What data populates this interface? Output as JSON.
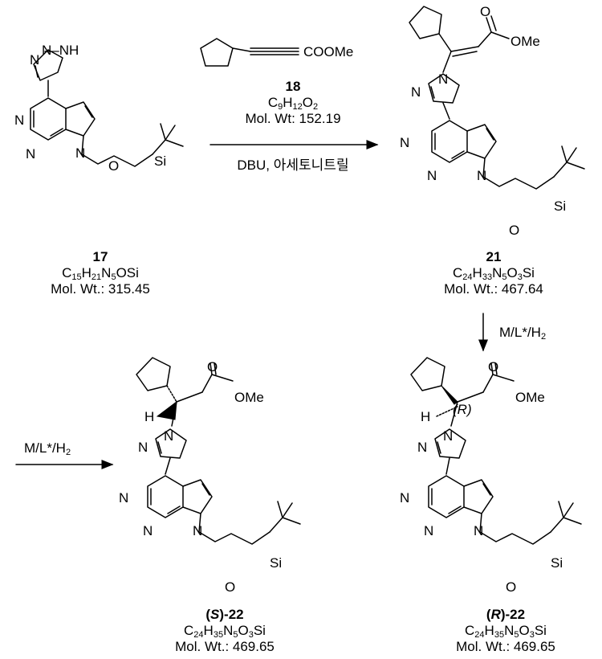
{
  "compounds": {
    "c17": {
      "number": "17",
      "formula": "C15H21N5OSi",
      "formula_parts": {
        "a": "C",
        "b": "15",
        "c": "H",
        "d": "21",
        "e": "N",
        "f": "5",
        "g": "OSi"
      },
      "mw": "Mol. Wt.: 315.45"
    },
    "c18": {
      "number": "18",
      "formula_parts": {
        "a": "C",
        "b": "9",
        "c": "H",
        "d": "12",
        "e": "O",
        "f": "2"
      },
      "mw": "Mol. Wt: 152.19",
      "ester": "COOMe"
    },
    "c21": {
      "number": "21",
      "formula_parts": {
        "a": "C",
        "b": "24",
        "c": "H",
        "d": "33",
        "e": "N",
        "f": "5",
        "g": "O",
        "h": "3",
        "i": "Si"
      },
      "mw": "Mol. Wt.: 467.64"
    },
    "cS22": {
      "label_open": "(",
      "label_config": "S",
      "label_close": ")-22",
      "formula_parts": {
        "a": "C",
        "b": "24",
        "c": "H",
        "d": "35",
        "e": "N",
        "f": "5",
        "g": "O",
        "h": "3",
        "i": "Si"
      },
      "mw": "Mol. Wt.: 469.65"
    },
    "cR22": {
      "label_open": "(",
      "label_config": "R",
      "label_close": ")-22",
      "formula_parts": {
        "a": "C",
        "b": "24",
        "c": "H",
        "d": "35",
        "e": "N",
        "f": "5",
        "g": "O",
        "h": "3",
        "i": "Si"
      },
      "mw": "Mol. Wt.: 469.65"
    }
  },
  "conditions": {
    "arrow1": "DBU, 아세토니트릴",
    "arrow2_catalyst": "M/L*/H",
    "arrow2_sub": "2",
    "arrow3_catalyst": "M/L*/H",
    "arrow3_sub": "2"
  },
  "atoms": {
    "N": "N",
    "NH": "N–NH",
    "Si": "Si",
    "O": "O",
    "OMe": "OMe",
    "H": "H",
    "R_stereo": "(R)"
  }
}
